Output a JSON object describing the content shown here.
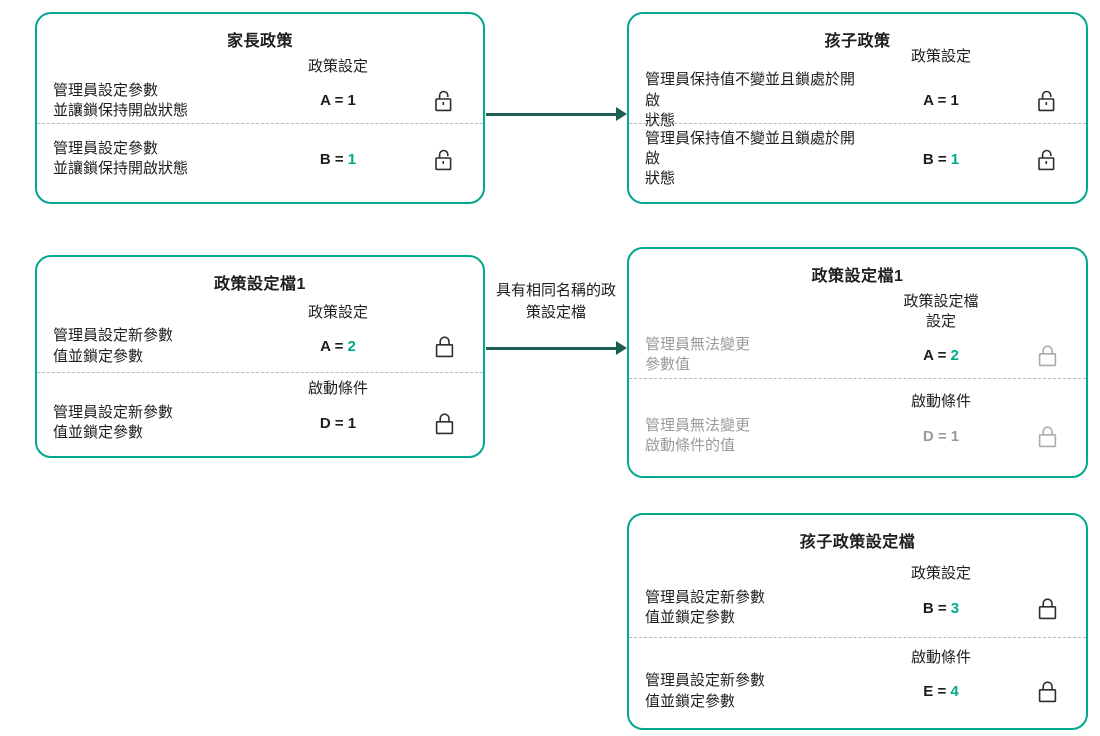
{
  "colors": {
    "box_border": "#00A88E",
    "accent": "#00A88E",
    "arrow": "#1D5F55",
    "text": "#1E1E1E",
    "muted_text": "#9A9A9A",
    "divider": "#B8B8B8"
  },
  "arrow_label": {
    "lines": [
      "具有相同名稱的政",
      "策設定檔"
    ]
  },
  "boxes": [
    {
      "title": "家長政策",
      "sections": [
        {
          "header_lines": [
            "政策設定",
            ""
          ],
          "left_lines": [
            "管理員設定參數",
            "並讓鎖保持開啟狀態"
          ],
          "param": "A =",
          "value": "1",
          "lock": "open"
        },
        {
          "header_lines": [
            "",
            ""
          ],
          "left_lines": [
            "管理員設定參數",
            "並讓鎖保持開啟狀態"
          ],
          "param": "B =",
          "value": "1",
          "lock": "open"
        }
      ]
    },
    {
      "title": "孩子政策",
      "sections": [
        {
          "header_lines": [
            "政策設定",
            ""
          ],
          "left_lines": [
            "管理員保持值不變並且鎖處於開啟",
            "狀態"
          ],
          "param": "A =",
          "value": "1",
          "lock": "open"
        },
        {
          "header_lines": [
            "",
            ""
          ],
          "left_lines": [
            "管理員保持值不變並且鎖處於開啟",
            "狀態"
          ],
          "param": "B =",
          "value": "1",
          "lock": "open"
        }
      ]
    },
    {
      "title": "政策設定檔1",
      "sections": [
        {
          "header_lines": [
            "政策設定",
            ""
          ],
          "left_lines": [
            "管理員設定新參數",
            "值並鎖定參數"
          ],
          "param": "A =",
          "value": "2",
          "lock": "closed"
        },
        {
          "header_lines": [
            "啟動條件",
            ""
          ],
          "left_lines": [
            "管理員設定新參數",
            "值並鎖定參數"
          ],
          "param": "D =",
          "value": "1",
          "lock": "closed"
        }
      ]
    },
    {
      "title": "政策設定檔1",
      "sections": [
        {
          "header_lines": [
            "政策設定檔",
            "設定"
          ],
          "left_lines": [
            "管理員無法變更",
            "參數值"
          ],
          "param": "A =",
          "value": "2",
          "lock": "closed"
        },
        {
          "header_lines": [
            "啟動條件",
            ""
          ],
          "left_lines": [
            "管理員無法變更",
            "啟動條件的值"
          ],
          "param": "D =",
          "value": "1",
          "lock": "closed"
        }
      ]
    },
    {
      "title": "孩子政策設定檔",
      "sections": [
        {
          "header_lines": [
            "政策設定",
            ""
          ],
          "left_lines": [
            "管理員設定新參數",
            "值並鎖定參數"
          ],
          "param": "B =",
          "value": "3",
          "lock": "closed"
        },
        {
          "header_lines": [
            "啟動條件",
            ""
          ],
          "left_lines": [
            "管理員設定新參數",
            "值並鎖定參數"
          ],
          "param": "E =",
          "value": "4",
          "lock": "closed"
        }
      ]
    }
  ]
}
